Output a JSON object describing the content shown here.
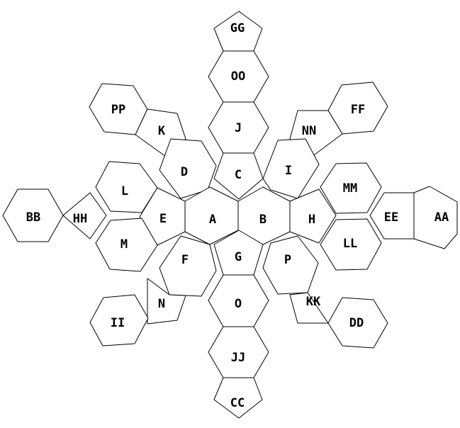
{
  "colors": {
    "stroke": "#000000",
    "fill": "#ffffff"
  },
  "faces": [
    {
      "label": "GG",
      "shape": "pentagon"
    },
    {
      "label": "OO",
      "shape": "hexagon"
    },
    {
      "label": "PP",
      "shape": "hexagon"
    },
    {
      "label": "FF",
      "shape": "hexagon"
    },
    {
      "label": "K",
      "shape": "pentagon"
    },
    {
      "label": "J",
      "shape": "hexagon"
    },
    {
      "label": "NN",
      "shape": "pentagon"
    },
    {
      "label": "D",
      "shape": "hexagon"
    },
    {
      "label": "C",
      "shape": "pentagon"
    },
    {
      "label": "I",
      "shape": "hexagon"
    },
    {
      "label": "L",
      "shape": "hexagon"
    },
    {
      "label": "MM",
      "shape": "hexagon"
    },
    {
      "label": "BB",
      "shape": "hexagon"
    },
    {
      "label": "HH",
      "shape": "pentagon"
    },
    {
      "label": "E",
      "shape": "pentagon"
    },
    {
      "label": "A",
      "shape": "hexagon"
    },
    {
      "label": "B",
      "shape": "hexagon"
    },
    {
      "label": "H",
      "shape": "pentagon"
    },
    {
      "label": "EE",
      "shape": "pentagon"
    },
    {
      "label": "AA",
      "shape": "hexagon"
    },
    {
      "label": "M",
      "shape": "hexagon"
    },
    {
      "label": "LL",
      "shape": "hexagon"
    },
    {
      "label": "F",
      "shape": "hexagon"
    },
    {
      "label": "G",
      "shape": "pentagon"
    },
    {
      "label": "P",
      "shape": "hexagon"
    },
    {
      "label": "N",
      "shape": "pentagon"
    },
    {
      "label": "KK",
      "shape": "pentagon"
    },
    {
      "label": "O",
      "shape": "hexagon"
    },
    {
      "label": "II",
      "shape": "hexagon"
    },
    {
      "label": "DD",
      "shape": "hexagon"
    },
    {
      "label": "JJ",
      "shape": "hexagon"
    },
    {
      "label": "CC",
      "shape": "pentagon"
    }
  ]
}
